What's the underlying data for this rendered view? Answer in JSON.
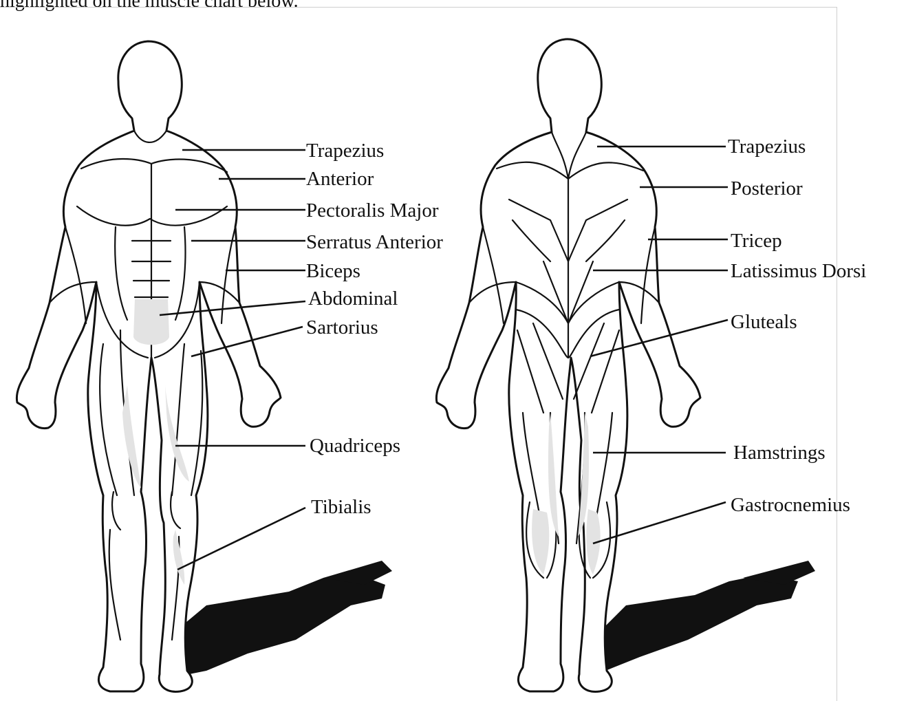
{
  "caption": "highlighted on the muscle chart below.",
  "front_labels": [
    "Trapezius",
    "Anterior",
    "Pectoralis Major",
    "Serratus Anterior",
    "Biceps",
    "Abdominal",
    "Sartorius",
    "Quadriceps",
    "Tibialis"
  ],
  "back_labels": [
    "Trapezius",
    "Posterior",
    "Tricep",
    "Latissimus Dorsi",
    "Gluteals",
    "Hamstrings",
    "Gastrocnemius"
  ]
}
